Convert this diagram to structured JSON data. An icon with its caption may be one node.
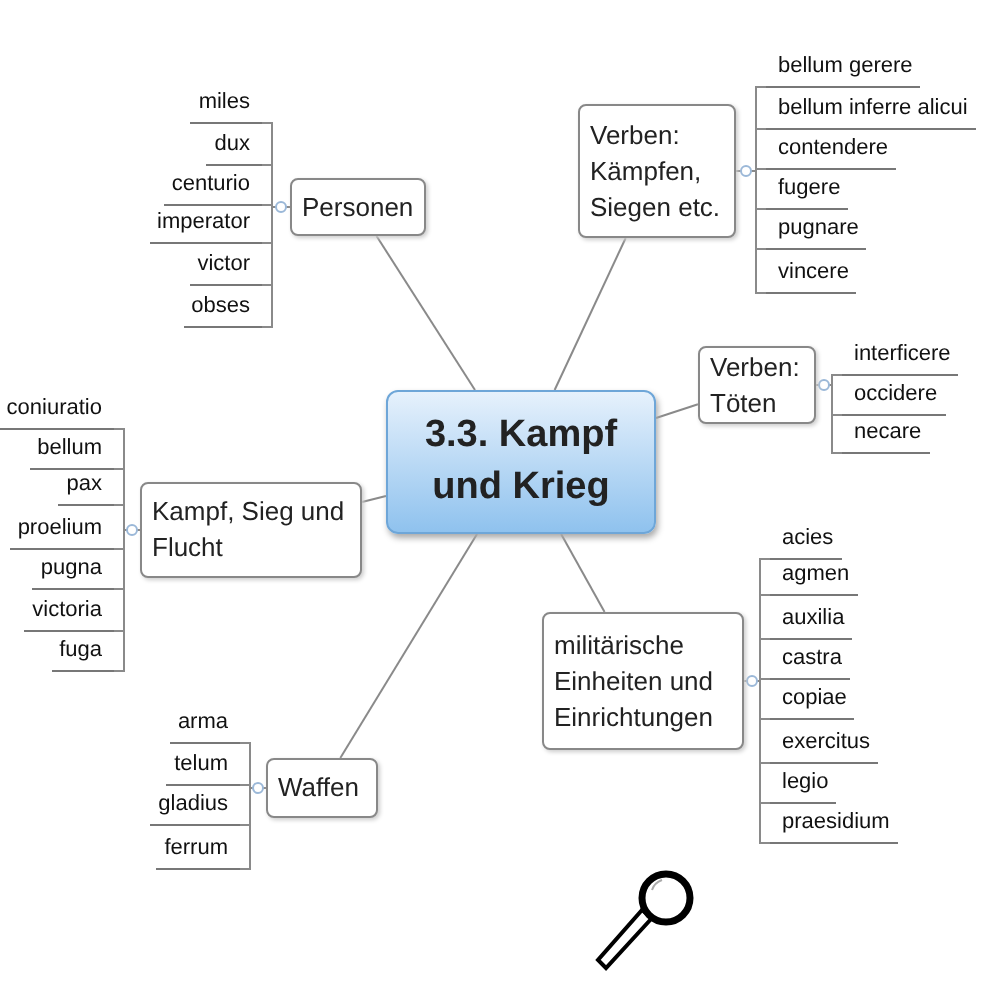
{
  "diagram": {
    "nodes": [
      {
        "text": [
          "3.3. Kampf und Krieg"
        ]
      },
      {
        "text": [
          "Personen"
        ]
      },
      {
        "text": [
          "miles"
        ]
      },
      {
        "text": [
          "dux"
        ]
      },
      {
        "text": [
          "centurio"
        ]
      },
      {
        "text": [
          "imperator"
        ]
      },
      {
        "text": [
          "victor"
        ]
      },
      {
        "text": [
          "obses"
        ]
      },
      {
        "text": [
          "Verben: Kämpfen, Siegen etc."
        ]
      },
      {
        "text": [
          "bellum gerere"
        ]
      },
      {
        "text": [
          "bellum inferre alicui"
        ]
      },
      {
        "text": [
          "contendere"
        ]
      },
      {
        "text": [
          "fugere"
        ]
      },
      {
        "text": [
          "pugnare"
        ]
      },
      {
        "text": [
          "vincere"
        ]
      },
      {
        "text": [
          "Verben: Töten"
        ]
      },
      {
        "text": [
          "interficere"
        ]
      },
      {
        "text": [
          "occidere"
        ]
      },
      {
        "text": [
          "necare"
        ]
      },
      {
        "text": [
          "Kampf, Sieg und Flucht"
        ]
      },
      {
        "text": [
          "coniuratio"
        ]
      },
      {
        "text": [
          "bellum"
        ]
      },
      {
        "text": [
          "pax"
        ]
      },
      {
        "text": [
          "proelium"
        ]
      },
      {
        "text": [
          "pugna"
        ]
      },
      {
        "text": [
          "victoria"
        ]
      },
      {
        "text": [
          "fuga"
        ]
      },
      {
        "text": [
          "militärische Einheiten und Einrichtungen"
        ]
      },
      {
        "text": [
          "acies"
        ]
      },
      {
        "text": [
          "agmen"
        ]
      },
      {
        "text": [
          "auxilia"
        ]
      },
      {
        "text": [
          "castra"
        ]
      },
      {
        "text": [
          "copiae"
        ]
      },
      {
        "text": [
          "exercitus"
        ]
      },
      {
        "text": [
          "legio"
        ]
      },
      {
        "text": [
          "praesidium"
        ]
      },
      {
        "text": [
          "Waffen"
        ]
      },
      {
        "text": [
          "arma"
        ]
      },
      {
        "text": [
          "telum"
        ]
      },
      {
        "text": [
          "gladius"
        ]
      },
      {
        "text": [
          "ferrum"
        ]
      }
    ],
    "edges": [
      {
        "from": 0,
        "to": 1,
        "arrow": "none"
      },
      {
        "from": 1,
        "to": 2,
        "arrow": "none"
      },
      {
        "from": 1,
        "to": 3,
        "arrow": "none"
      },
      {
        "from": 1,
        "to": 4,
        "arrow": "none"
      },
      {
        "from": 1,
        "to": 5,
        "arrow": "none"
      },
      {
        "from": 1,
        "to": 6,
        "arrow": "none"
      },
      {
        "from": 1,
        "to": 7,
        "arrow": "none"
      },
      {
        "from": 0,
        "to": 8,
        "arrow": "none"
      },
      {
        "from": 8,
        "to": 9,
        "arrow": "none"
      },
      {
        "from": 8,
        "to": 10,
        "arrow": "none"
      },
      {
        "from": 8,
        "to": 11,
        "arrow": "none"
      },
      {
        "from": 8,
        "to": 12,
        "arrow": "none"
      },
      {
        "from": 8,
        "to": 13,
        "arrow": "none"
      },
      {
        "from": 8,
        "to": 14,
        "arrow": "none"
      },
      {
        "from": 0,
        "to": 15,
        "arrow": "none"
      },
      {
        "from": 15,
        "to": 16,
        "arrow": "none"
      },
      {
        "from": 15,
        "to": 17,
        "arrow": "none"
      },
      {
        "from": 15,
        "to": 18,
        "arrow": "none"
      },
      {
        "from": 0,
        "to": 19,
        "arrow": "none"
      },
      {
        "from": 19,
        "to": 20,
        "arrow": "none"
      },
      {
        "from": 19,
        "to": 21,
        "arrow": "none"
      },
      {
        "from": 19,
        "to": 22,
        "arrow": "none"
      },
      {
        "from": 19,
        "to": 23,
        "arrow": "none"
      },
      {
        "from": 19,
        "to": 24,
        "arrow": "none"
      },
      {
        "from": 19,
        "to": 25,
        "arrow": "none"
      },
      {
        "from": 19,
        "to": 26,
        "arrow": "none"
      },
      {
        "from": 0,
        "to": 27,
        "arrow": "none"
      },
      {
        "from": 27,
        "to": 28,
        "arrow": "none"
      },
      {
        "from": 27,
        "to": 29,
        "arrow": "none"
      },
      {
        "from": 27,
        "to": 30,
        "arrow": "none"
      },
      {
        "from": 27,
        "to": 31,
        "arrow": "none"
      },
      {
        "from": 27,
        "to": 32,
        "arrow": "none"
      },
      {
        "from": 27,
        "to": 33,
        "arrow": "none"
      },
      {
        "from": 27,
        "to": 34,
        "arrow": "none"
      },
      {
        "from": 27,
        "to": 35,
        "arrow": "none"
      },
      {
        "from": 0,
        "to": 36,
        "arrow": "none"
      },
      {
        "from": 36,
        "to": 37,
        "arrow": "none"
      },
      {
        "from": 36,
        "to": 38,
        "arrow": "none"
      },
      {
        "from": 36,
        "to": 39,
        "arrow": "none"
      },
      {
        "from": 36,
        "to": 40,
        "arrow": "none"
      }
    ]
  }
}
